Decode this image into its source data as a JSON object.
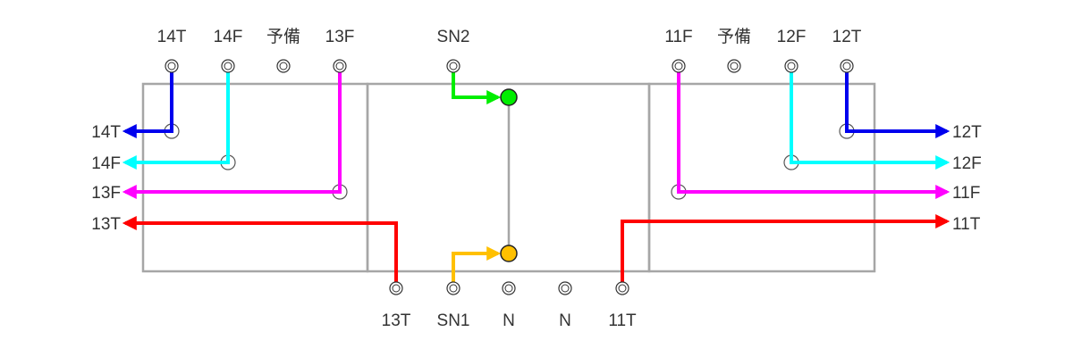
{
  "colors": {
    "blue": "#0000ee",
    "cyan": "#00ffff",
    "magenta": "#ff00ff",
    "red": "#ff0000",
    "green": "#00ee00",
    "orange": "#ffc000",
    "box": "#a6a6a6",
    "text": "#333333"
  },
  "top_terminals": {
    "t14t": "14T",
    "t14f": "14F",
    "spare_left": "予備",
    "t13f": "13F",
    "sn2": "SN2",
    "t11f": "11F",
    "spare_right": "予備",
    "t12f": "12F",
    "t12t": "12T"
  },
  "bottom_terminals": {
    "t13t": "13T",
    "sn1": "SN1",
    "n1": "N",
    "n2": "N",
    "t11t": "11T"
  },
  "left_outputs": {
    "o14t": "14T",
    "o14f": "14F",
    "o13f": "13F",
    "o13t": "13T"
  },
  "right_outputs": {
    "o12t": "12T",
    "o12f": "12F",
    "o11f": "11F",
    "o11t": "11T"
  },
  "indicators": {
    "top": "green-indicator",
    "bottom": "orange-indicator"
  }
}
